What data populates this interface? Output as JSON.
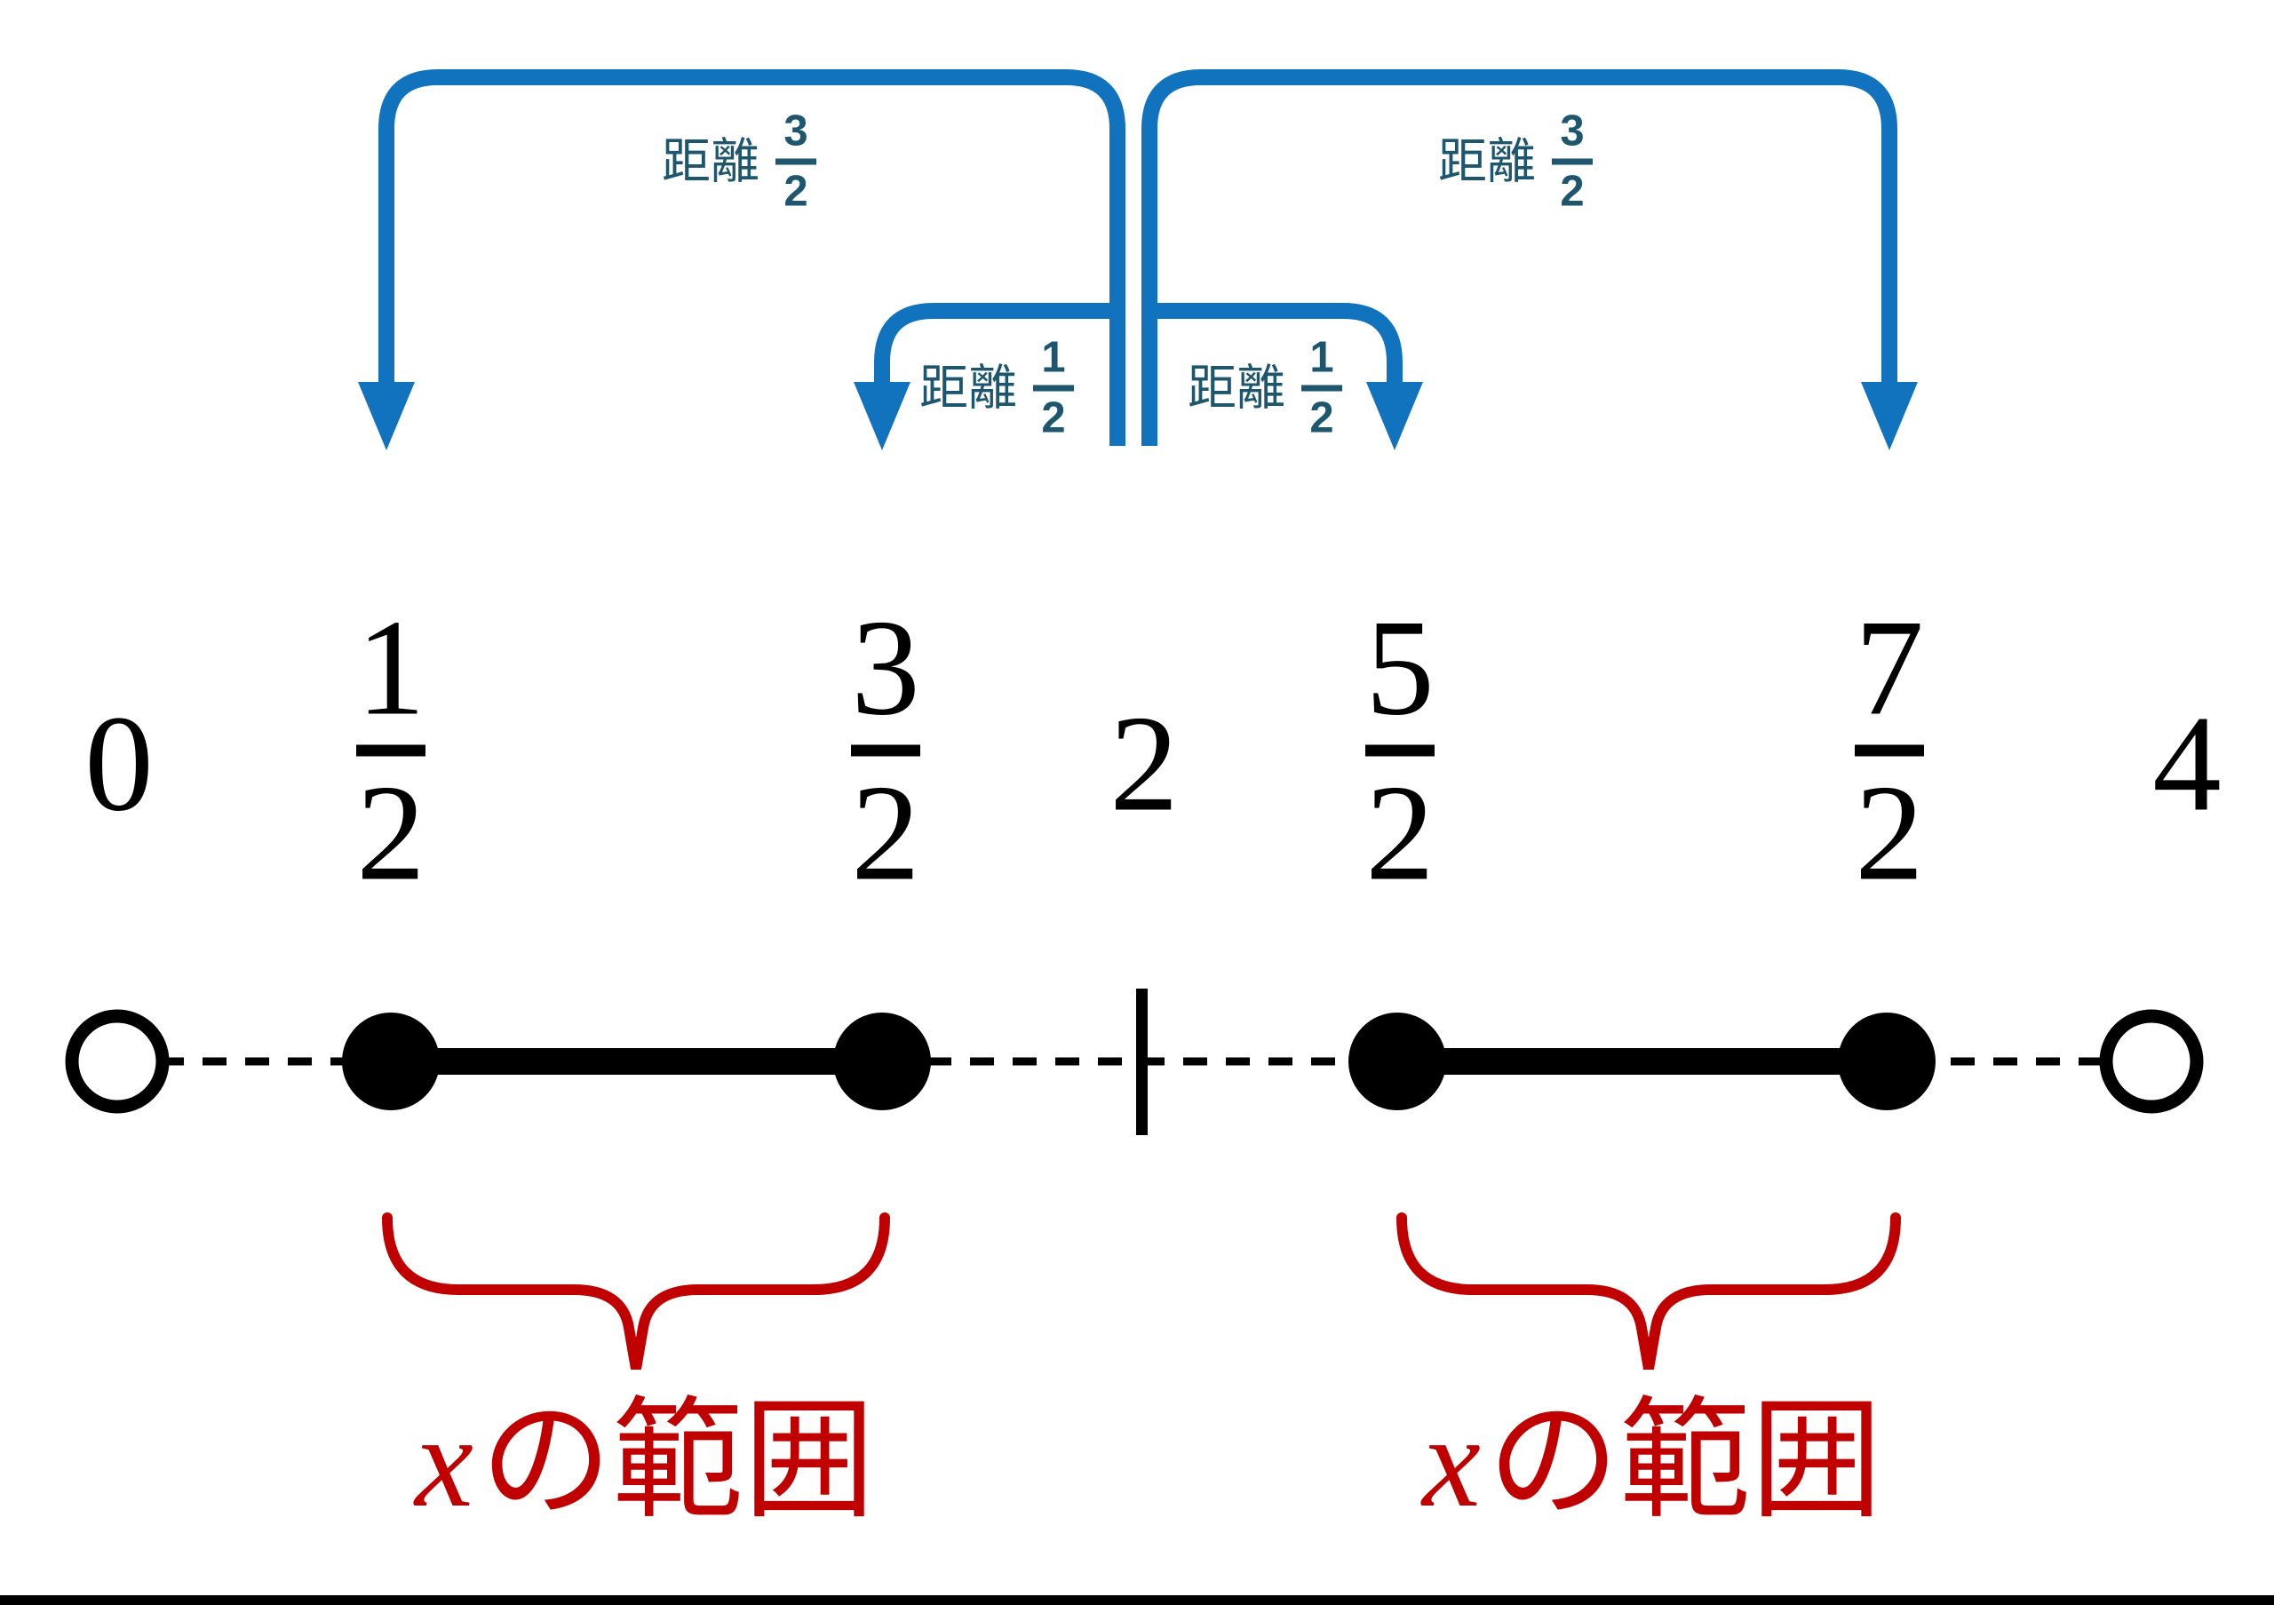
{
  "diagram_type": "number-line",
  "colors": {
    "bracket_blue": "#1173BD",
    "label_teal": "#1E566E",
    "accent_red": "#C00000",
    "line_black": "#000000"
  },
  "distance_labels": {
    "big_left": {
      "text": "距離",
      "num": "3",
      "den": "2"
    },
    "small_left": {
      "text": "距離",
      "num": "1",
      "den": "2"
    },
    "small_right": {
      "text": "距離",
      "num": "1",
      "den": "2"
    },
    "big_right": {
      "text": "距離",
      "num": "3",
      "den": "2"
    }
  },
  "axis_labels": [
    {
      "kind": "int",
      "value": "0"
    },
    {
      "kind": "frac",
      "num": "1",
      "den": "2"
    },
    {
      "kind": "frac",
      "num": "3",
      "den": "2"
    },
    {
      "kind": "int",
      "value": "2"
    },
    {
      "kind": "frac",
      "num": "5",
      "den": "2"
    },
    {
      "kind": "frac",
      "num": "7",
      "den": "2"
    },
    {
      "kind": "int",
      "value": "4"
    }
  ],
  "range_labels": {
    "left": {
      "x": "x",
      "rest": "の範囲"
    },
    "right": {
      "x": "x",
      "rest": "の範囲"
    }
  }
}
